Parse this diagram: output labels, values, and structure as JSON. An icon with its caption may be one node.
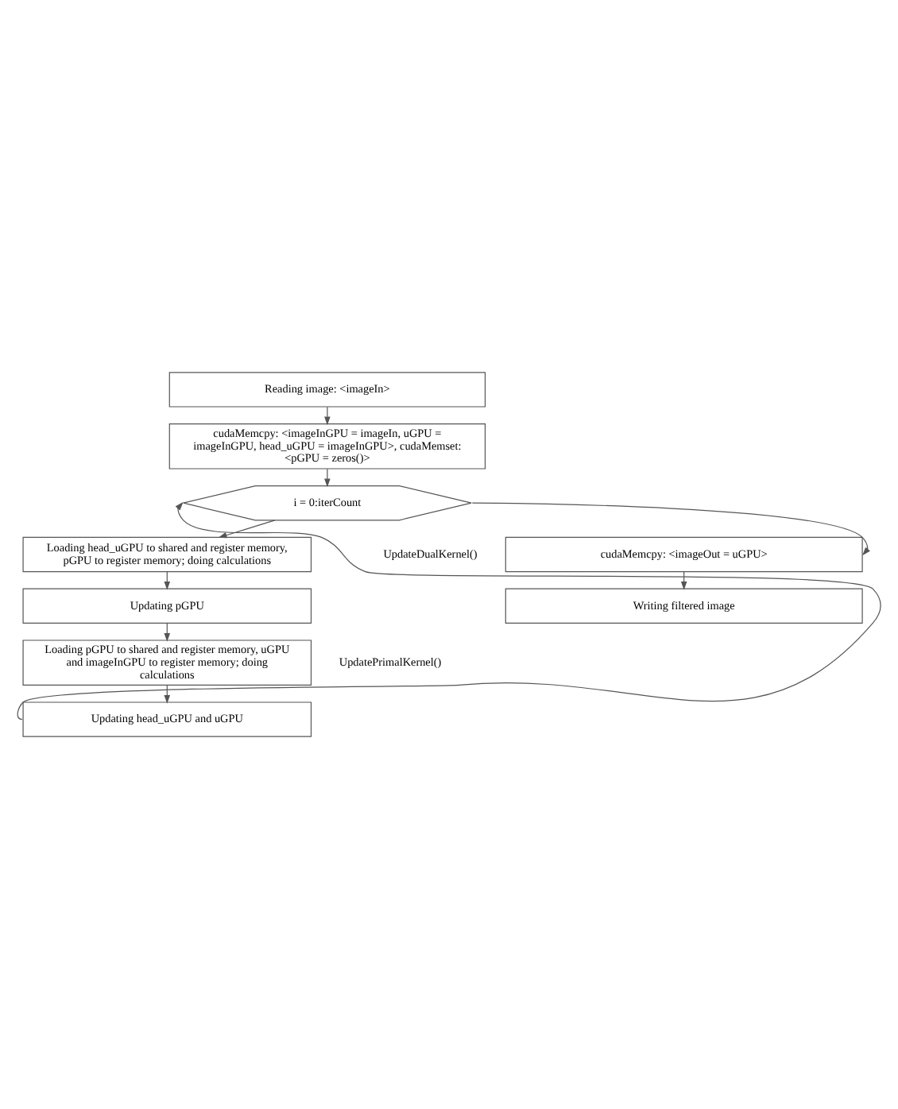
{
  "diagram": {
    "nodes": [
      {
        "text": [
          "Reading image: <imageIn>"
        ]
      },
      {
        "text": [
          "cudaMemcpy: <imageInGPU = imageIn, uGPU = imageInGPU, head_uGPU = imageInGPU>, cudaMemset: <pGPU = zeros()>"
        ]
      },
      {
        "text": [
          "i = 0:iterCount"
        ]
      },
      {
        "text": [
          "Loading head_uGPU to shared and register memory, pGPU to register memory; doing calculations"
        ]
      },
      {
        "text": [
          "Updating pGPU"
        ]
      },
      {
        "text": [
          "Loading pGPU to shared and register memory, uGPU and imageInGPU to register memory; doing calculations"
        ]
      },
      {
        "text": [
          "Updating head_uGPU and uGPU"
        ]
      },
      {
        "text": [
          "cudaMemcpy: <imageOut = uGPU>"
        ]
      },
      {
        "text": [
          "Writing filtered image"
        ]
      }
    ],
    "edges": [
      {
        "from": 0,
        "to": 1,
        "arrow": "to"
      },
      {
        "from": 1,
        "to": 2,
        "arrow": "to"
      },
      {
        "from": 2,
        "to": 3,
        "arrow": "to"
      },
      {
        "from": 3,
        "to": 4,
        "arrow": "to"
      },
      {
        "from": 4,
        "to": 5,
        "arrow": "to"
      },
      {
        "from": 5,
        "to": 6,
        "arrow": "to"
      },
      {
        "from": 6,
        "to": 2,
        "arrow": "to"
      },
      {
        "from": 2,
        "to": 7,
        "arrow": "to"
      },
      {
        "from": 7,
        "to": 8,
        "arrow": "to"
      }
    ],
    "labels": [
      "UpdateDualKernel()",
      "UpdatePrimalKernel()"
    ]
  }
}
